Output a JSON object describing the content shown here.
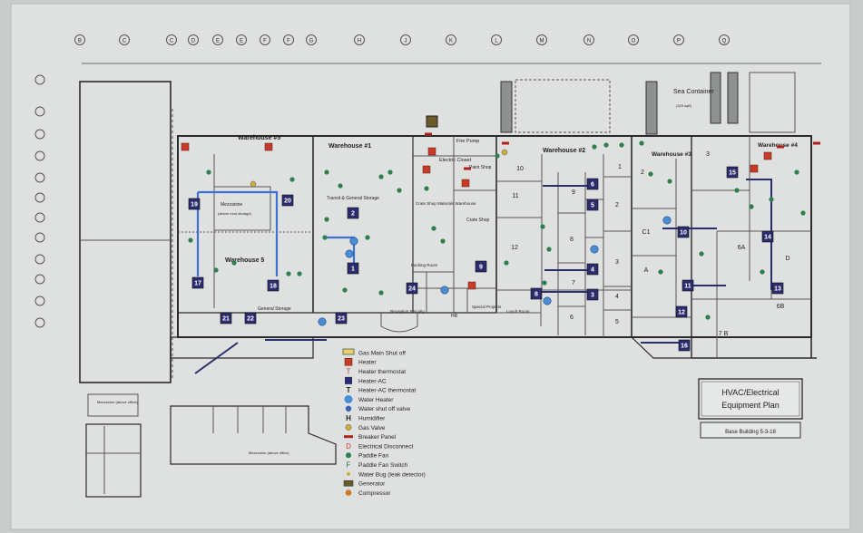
{
  "colors": {
    "paper": "#dfe1e0",
    "wall": "#2a2a2a",
    "heater": "#c83a2a",
    "heater_ac": "#2b2b6e",
    "water_heater": "#4a8fd6",
    "paddle_fan": "#2e7d4f",
    "breaker": "#b01f1f",
    "gas_valve": "#c9b23a",
    "compressor": "#c97a2a",
    "pipe_blue": "#3d6fd4",
    "pipe_navy": "#2a2f6b"
  },
  "column_grid": [
    "B",
    "C",
    "C",
    "D",
    "E",
    "E",
    "F",
    "F",
    "G",
    "H",
    "J",
    "K",
    "L",
    "M",
    "N",
    "O",
    "P",
    "Q"
  ],
  "buildings": {
    "warehouse5_top": "Warehouse #5",
    "warehouse5": "Warehouse 5",
    "warehouse1": "Warehouse #1",
    "warehouse2": "Warehouse #2",
    "warehouse3": "Warehouse #3",
    "warehouse4": "Warehouse #4",
    "sea_container": "Sea Container",
    "sea_container_sub": "(320 sqft)"
  },
  "areas": {
    "mezzanine": "Mezzanine",
    "mezzanine_sub": "(above mod storage)",
    "general_storage": "General Storage",
    "transit_storage": "Transit & General Storage",
    "crate_shop_mat": "Crate Shop Materials Warehouse",
    "crate_shop": "Crate Shop",
    "paint_shop": "Paint Shop",
    "electric_closet": "Electric Closet",
    "fire_pump": "Fire Pump",
    "packing_room": "Packing Room",
    "reception": "Reception Security",
    "hr": "HR",
    "special_projects": "Special Projects",
    "lunch_room": "Lunch Room",
    "mezz_office": "Mezzanine (above office)",
    "mezz_box": "Mezzanine (above office)"
  },
  "room_numbers": [
    "10",
    "11",
    "12",
    "1",
    "2",
    "3",
    "4",
    "5",
    "6",
    "7",
    "8",
    "9",
    "C1",
    "A",
    "2",
    "3",
    "6A",
    "D",
    "6B",
    "7 B"
  ],
  "unit_numbers": [
    "19",
    "20",
    "17",
    "18",
    "2",
    "1",
    "21",
    "22",
    "23",
    "24",
    "9",
    "8",
    "3",
    "4",
    "5",
    "6",
    "10",
    "11",
    "12",
    "13",
    "14",
    "15",
    "16"
  ],
  "legend": {
    "items": [
      {
        "icon": "gas-main",
        "label": "Gas Main Shut off"
      },
      {
        "icon": "heater",
        "label": "Heater"
      },
      {
        "icon": "heater-thermostat",
        "label": "Heater thermostat"
      },
      {
        "icon": "heater-ac",
        "label": "Heater-AC"
      },
      {
        "icon": "heater-ac-thermostat",
        "label": "Heater-AC thermostat"
      },
      {
        "icon": "water-heater",
        "label": "Water Heater"
      },
      {
        "icon": "water-shutoff",
        "label": "Water shut off valve"
      },
      {
        "icon": "humidifier",
        "label": "Humidifier"
      },
      {
        "icon": "gas-valve",
        "label": "Gas Valve"
      },
      {
        "icon": "breaker",
        "label": "Breaker Panel"
      },
      {
        "icon": "disconnect",
        "label": "Electrical Disconnect"
      },
      {
        "icon": "paddle-fan",
        "label": "Paddle Fan"
      },
      {
        "icon": "fan-switch",
        "label": "Paddle Fan Switch"
      },
      {
        "icon": "water-bug",
        "label": "Water Bug (leak detector)"
      },
      {
        "icon": "generator",
        "label": "Generator"
      },
      {
        "icon": "compressor",
        "label": "Compressor"
      }
    ]
  },
  "title_block": {
    "title_line1": "HVAC/Electrical",
    "title_line2": "Equipment Plan",
    "subtitle": "Base Building 5-3-18"
  }
}
